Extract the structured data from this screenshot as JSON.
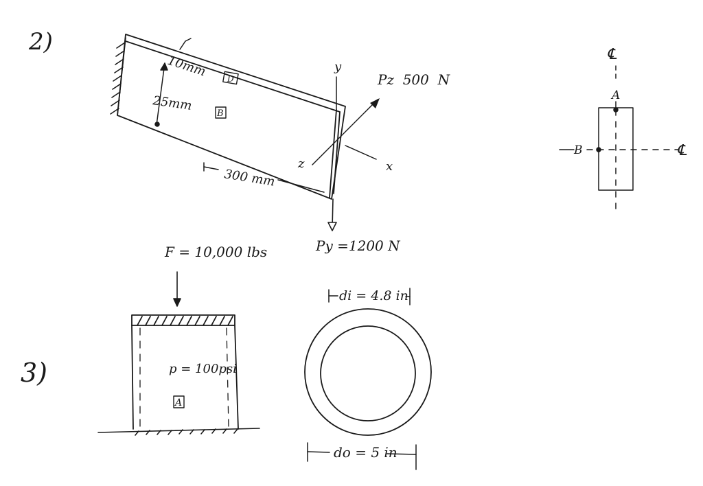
{
  "problem2": {
    "number": "2)",
    "dim_width": "10mm",
    "dim_height": "25mm",
    "dim_length": "300 mm",
    "point_d_label": "D",
    "point_b_label": "B",
    "axis_y": "y",
    "axis_z": "z",
    "axis_x": "x",
    "load_pz": "Pz  500  N",
    "load_py": "Py =1200 N",
    "section_point_a": "A",
    "section_point_b": "B",
    "centerline_symbol": "℄"
  },
  "problem3": {
    "number": "3)",
    "force": "F = 10,000 lbs",
    "pressure": "p = 100psi",
    "point_a_label": "A",
    "inner_diameter": "di = 4.8 in",
    "outer_diameter": "do = 5 in"
  }
}
